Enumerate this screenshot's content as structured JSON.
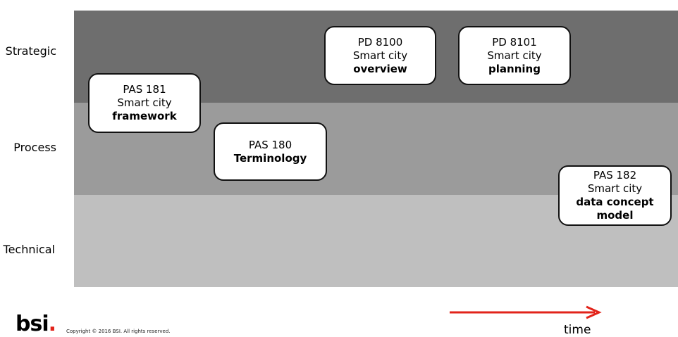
{
  "rows": {
    "strategic": "Strategic",
    "process": "Process",
    "technical": "Technical"
  },
  "boxes": {
    "pas181": {
      "code": "PAS 181",
      "sub": "Smart city",
      "title": "framework"
    },
    "pas180": {
      "code": "PAS 180",
      "title": "Terminology"
    },
    "pd8100": {
      "code": "PD 8100",
      "sub": "Smart city",
      "title": "overview"
    },
    "pd8101": {
      "code": "PD 8101",
      "sub": "Smart city",
      "title": "planning"
    },
    "pas182": {
      "code": "PAS 182",
      "sub": "Smart city",
      "title_line1": "data concept",
      "title_line2": "model"
    }
  },
  "footer": {
    "logo_text": "bsi",
    "logo_dot": ".",
    "copyright": "Copyright © 2016 BSI. All rights reserved.",
    "axis_label": "time"
  },
  "colors": {
    "strategic_band": "#6e6e6e",
    "process_band": "#9b9b9b",
    "technical_band": "#bfbfbf",
    "arrow": "#e2231a"
  }
}
